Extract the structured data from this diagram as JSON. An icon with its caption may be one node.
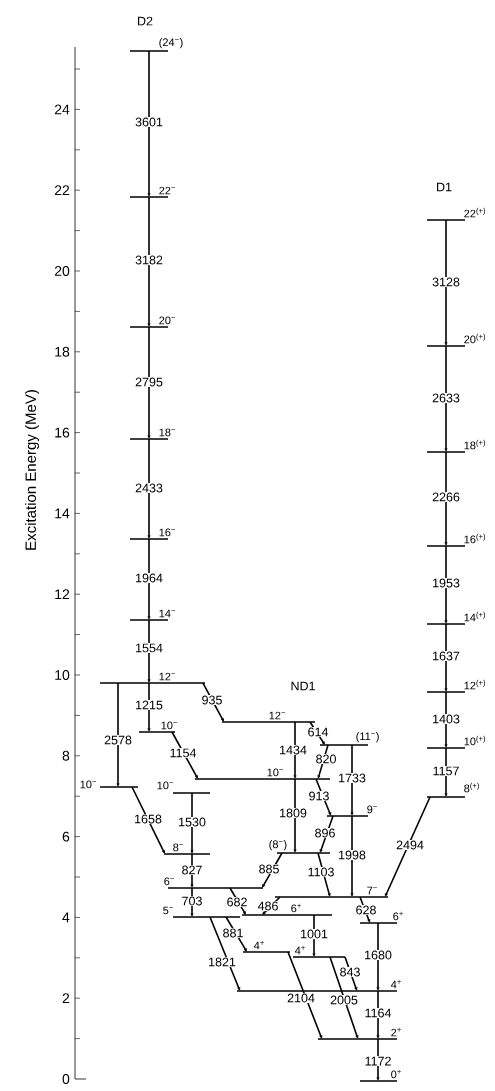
{
  "diagram": {
    "nodes": [
      {
        "text": [
          "(24$^{−}$)"
        ]
      },
      {
        "text": [
          "22$^{−}$"
        ]
      },
      {
        "text": [
          "20$^{−}$"
        ]
      },
      {
        "text": [
          "18$^{−}$"
        ]
      },
      {
        "text": [
          "16$^{−}$"
        ]
      },
      {
        "text": [
          "14$^{−}$"
        ]
      },
      {
        "text": [
          "12$^{−}$"
        ]
      },
      {
        "text": [
          "10$^{−}$"
        ]
      },
      {
        "text": [
          "10$^{−}$"
        ]
      },
      {
        "text": [
          "10$^{−}$"
        ]
      },
      {
        "text": [
          "8$^{−}$"
        ]
      },
      {
        "text": [
          "6$^{−}$"
        ]
      },
      {
        "text": [
          "5$^{−}$"
        ]
      },
      {
        "text": [
          "12$^{−}$"
        ]
      },
      {
        "text": [
          "(11$^{−}$)"
        ]
      },
      {
        "text": [
          "10$^{−}$"
        ]
      },
      {
        "text": [
          "9$^{−}$"
        ]
      },
      {
        "text": [
          "(8$^{−}$)"
        ]
      },
      {
        "text": [
          "7$^{−}$"
        ]
      },
      {
        "text": [
          "6$^{+}$"
        ]
      },
      {
        "text": [
          "4$^{+}$"
        ]
      },
      {
        "text": [
          "4$^{+}$"
        ]
      },
      {
        "text": [
          "22$^{(+)}$"
        ]
      },
      {
        "text": [
          "20$^{(+)}$"
        ]
      },
      {
        "text": [
          "18$^{(+)}$"
        ]
      },
      {
        "text": [
          "16$^{(+)}$"
        ]
      },
      {
        "text": [
          "14$^{(+)}$"
        ]
      },
      {
        "text": [
          "12$^{(+)}$"
        ]
      },
      {
        "text": [
          "10$^{(+)}$"
        ]
      },
      {
        "text": [
          "8$^{(+)}$"
        ]
      },
      {
        "text": [
          "6$^{+}$"
        ]
      },
      {
        "text": [
          "4$^{+}$"
        ]
      },
      {
        "text": [
          "2$^{+}$"
        ]
      },
      {
        "text": [
          "0$^{+}$"
        ]
      }
    ],
    "edges": [
      {
        "from": 0,
        "to": 1,
        "arrow": "to",
        "label": "3601"
      },
      {
        "from": 1,
        "to": 2,
        "arrow": "to",
        "label": "3182"
      },
      {
        "from": 2,
        "to": 3,
        "arrow": "to",
        "label": "2795"
      },
      {
        "from": 3,
        "to": 4,
        "arrow": "to",
        "label": "2433"
      },
      {
        "from": 4,
        "to": 5,
        "arrow": "to",
        "label": "1964"
      },
      {
        "from": 5,
        "to": 6,
        "arrow": "to",
        "label": "1554"
      },
      {
        "from": 6,
        "to": 7,
        "arrow": "to",
        "label": "1215"
      },
      {
        "from": 6,
        "to": 8,
        "arrow": "to",
        "label": "2578"
      },
      {
        "from": 6,
        "to": 13,
        "arrow": "to",
        "label": "935"
      },
      {
        "from": 7,
        "to": 15,
        "arrow": "to",
        "label": "1154"
      },
      {
        "from": 8,
        "to": 10,
        "arrow": "to",
        "label": "1658"
      },
      {
        "from": 9,
        "to": 10,
        "arrow": "to",
        "label": "1530"
      },
      {
        "from": 10,
        "to": 11,
        "arrow": "to",
        "label": "827"
      },
      {
        "from": 11,
        "to": 12,
        "arrow": "to",
        "label": "703"
      },
      {
        "from": 11,
        "to": 19,
        "arrow": "to",
        "label": "682"
      },
      {
        "from": 18,
        "to": 19,
        "arrow": "to",
        "label": "486"
      },
      {
        "from": 12,
        "to": 20,
        "arrow": "to",
        "label": "881"
      },
      {
        "from": 12,
        "to": 31,
        "arrow": "to",
        "label": "1821"
      },
      {
        "from": 20,
        "to": 32,
        "arrow": "to",
        "label": "2104"
      },
      {
        "from": 19,
        "to": 21,
        "arrow": "to",
        "label": "1001"
      },
      {
        "from": 21,
        "to": 31,
        "arrow": "to",
        "label": "843"
      },
      {
        "from": 21,
        "to": 32,
        "arrow": "to",
        "label": "2005"
      },
      {
        "from": 30,
        "to": 31,
        "arrow": "to",
        "label": "1680"
      },
      {
        "from": 31,
        "to": 32,
        "arrow": "to",
        "label": "1164"
      },
      {
        "from": 32,
        "to": 33,
        "arrow": "to",
        "label": "1172"
      },
      {
        "from": 18,
        "to": 30,
        "arrow": "to",
        "label": "628"
      },
      {
        "from": 29,
        "to": 18,
        "arrow": "to",
        "label": "2494"
      },
      {
        "from": 13,
        "to": 14,
        "arrow": "to",
        "label": "614"
      },
      {
        "from": 13,
        "to": 15,
        "arrow": "to",
        "label": "1434"
      },
      {
        "from": 14,
        "to": 15,
        "arrow": "to",
        "label": "820"
      },
      {
        "from": 14,
        "to": 16,
        "arrow": "to",
        "label": "1733"
      },
      {
        "from": 15,
        "to": 16,
        "arrow": "to",
        "label": "913"
      },
      {
        "from": 15,
        "to": 17,
        "arrow": "to",
        "label": "1809"
      },
      {
        "from": 16,
        "to": 17,
        "arrow": "to",
        "label": "896"
      },
      {
        "from": 16,
        "to": 18,
        "arrow": "to",
        "label": "1998"
      },
      {
        "from": 17,
        "to": 18,
        "arrow": "to",
        "label": "1103"
      },
      {
        "from": 17,
        "to": 11,
        "arrow": "to",
        "label": "885"
      },
      {
        "from": 22,
        "to": 23,
        "arrow": "to",
        "label": "3128"
      },
      {
        "from": 23,
        "to": 24,
        "arrow": "to",
        "label": "2633"
      },
      {
        "from": 24,
        "to": 25,
        "arrow": "to",
        "label": "2266"
      },
      {
        "from": 25,
        "to": 26,
        "arrow": "to",
        "label": "1953"
      },
      {
        "from": 26,
        "to": 27,
        "arrow": "to",
        "label": "1637"
      },
      {
        "from": 27,
        "to": 28,
        "arrow": "to",
        "label": "1403"
      },
      {
        "from": 28,
        "to": 29,
        "arrow": "to",
        "label": "1157"
      }
    ],
    "labels": [
      "D2",
      "24",
      "22",
      "D1",
      "20",
      "18",
      "16",
      "14",
      "12",
      "10",
      "ND1",
      "8",
      "6",
      "4",
      "2",
      "0",
      "Excitation Energy (MeV)"
    ]
  }
}
